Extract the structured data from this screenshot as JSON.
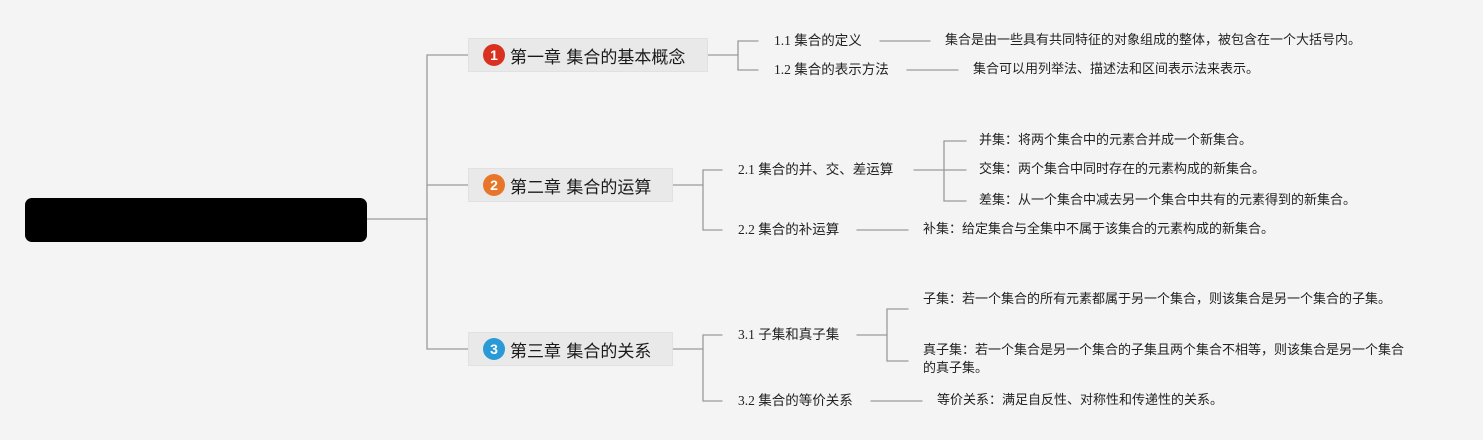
{
  "chapters": [
    {
      "number": "1",
      "title": "第一章 集合的基本概念",
      "badge_color": "#d9311f",
      "sections": [
        {
          "label": "1.1 集合的定义",
          "details": [
            "集合是由一些具有共同特征的对象组成的整体，被包含在一个大括号内。"
          ]
        },
        {
          "label": "1.2 集合的表示方法",
          "details": [
            "集合可以用列举法、描述法和区间表示法来表示。"
          ]
        }
      ]
    },
    {
      "number": "2",
      "title": "第二章 集合的运算",
      "badge_color": "#e8762a",
      "sections": [
        {
          "label": "2.1 集合的并、交、差运算",
          "details": [
            "并集：将两个集合中的元素合并成一个新集合。",
            "交集：两个集合中同时存在的元素构成的新集合。",
            "差集：从一个集合中减去另一个集合中共有的元素得到的新集合。"
          ]
        },
        {
          "label": "2.2 集合的补运算",
          "details": [
            "补集：给定集合与全集中不属于该集合的元素构成的新集合。"
          ]
        }
      ]
    },
    {
      "number": "3",
      "title": "第三章 集合的关系",
      "badge_color": "#2a9ad6",
      "sections": [
        {
          "label": "3.1 子集和真子集",
          "details": [
            "子集：若一个集合的所有元素都属于另一个集合，则该集合是另一个集合的子集。",
            "真子集：若一个集合是另一个集合的子集且两个集合不相等，则该集合是另一个集合的真子集。"
          ]
        },
        {
          "label": "3.2 集合的等价关系",
          "details": [
            "等价关系：满足自反性、对称性和传递性的关系。"
          ]
        }
      ]
    }
  ],
  "colors": {
    "background": "#f4f4f5",
    "root": "#000000",
    "connector": "#9a9a9a"
  }
}
